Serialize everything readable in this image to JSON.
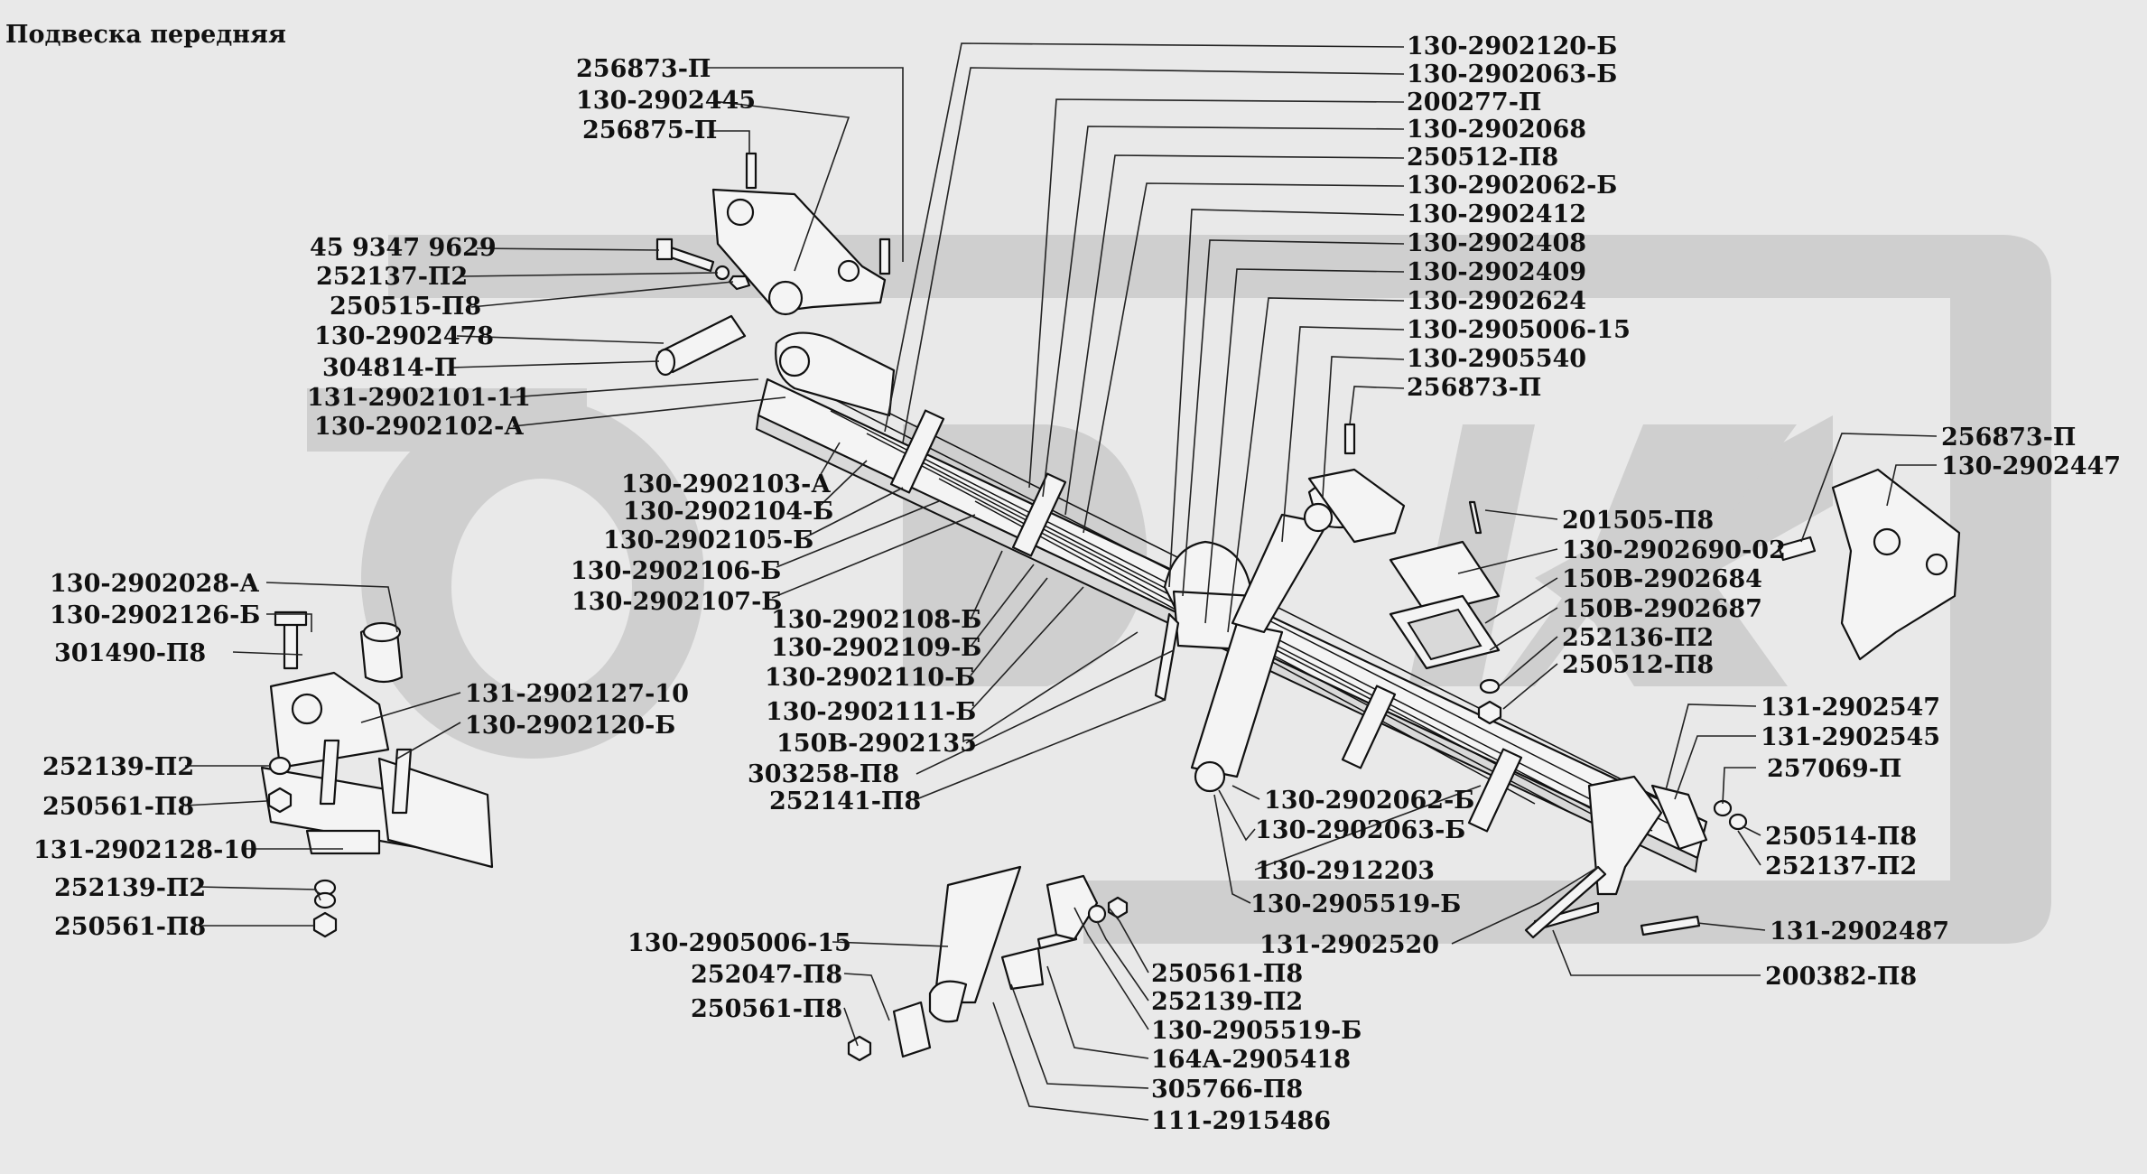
{
  "title": "Подвеска передняя",
  "labels": {
    "l01": "130-2902120-Б",
    "l02": "130-2902063-Б",
    "l03": "200277-П",
    "l04": "130-2902068",
    "l05": "250512-П8",
    "l06": "130-2902062-Б",
    "l07": "130-2902412",
    "l08": "130-2902408",
    "l09": "130-2902409",
    "l10": "130-2902624",
    "l11": "130-2905006-15",
    "l12": "130-2905540",
    "l13": "256873-П",
    "l14": "256873-П",
    "l15": "130-2902445",
    "l16": "256875-П",
    "l17": "45 9347 9629",
    "l18": "252137-П2",
    "l19": "250515-П8",
    "l20": "130-2902478",
    "l21": "304814-П",
    "l22": "131-2902101-11",
    "l23": "130-2902102-А",
    "l24": "130-2902103-А",
    "l25": "130-2902104-Б",
    "l26": "130-2902105-Б",
    "l27": "130-2902106-Б",
    "l28": "130-2902107-Б",
    "l29": "130-2902108-Б",
    "l30": "130-2902109-Б",
    "l31": "130-2902110-Б",
    "l32": "130-2902111-Б",
    "l33": "150В-2902135",
    "l34": "303258-П8",
    "l35": "252141-П8",
    "l36": "130-2902028-А",
    "l37": "130-2902126-Б",
    "l38": "301490-П8",
    "l39": "131-2902127-10",
    "l40": "130-2902120-Б",
    "l41": "252139-П2",
    "l42": "250561-П8",
    "l43": "131-2902128-10",
    "l44": "252139-П2",
    "l45": "250561-П8",
    "l46": "256873-П",
    "l47": "130-2902447",
    "l48": "201505-П8",
    "l49": "130-2902690-02",
    "l50": "150В-2902684",
    "l51": "150В-2902687",
    "l52": "252136-П2",
    "l53": "250512-П8",
    "l54": "131-2902547",
    "l55": "131-2902545",
    "l56": "257069-П",
    "l57": "250514-П8",
    "l58": "252137-П2",
    "l59": "131-2902487",
    "l60": "200382-П8",
    "l61": "130-2902062-Б",
    "l62": "130-2902063-Б",
    "l63": "130-2912203",
    "l64": "130-2905519-Б",
    "l65": "131-2902520",
    "l66": "130-2905006-15",
    "l67": "252047-П8",
    "l68": "250561-П8",
    "l69": "250561-П8",
    "l70": "252139-П2",
    "l71": "130-2905519-Б",
    "l72": "164А-2905418",
    "l73": "305766-П8",
    "l74": "111-2915486"
  },
  "colors": {
    "background": "#e9e9e9",
    "watermark": "#cfcfcf",
    "ink": "#111111"
  }
}
